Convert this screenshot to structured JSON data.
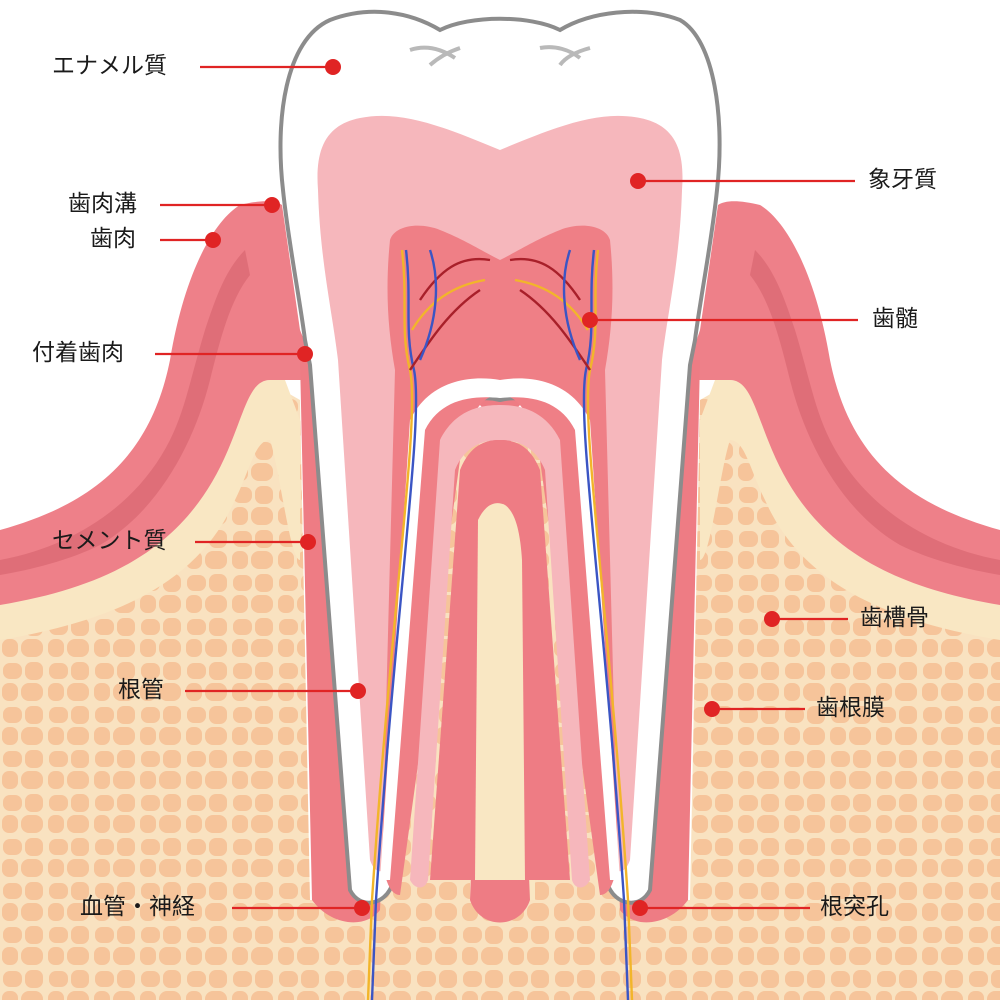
{
  "colors": {
    "enamel": "#ffffff",
    "enamel_outline": "#8c8c8c",
    "dentin": "#f6b7bc",
    "pulp": "#ef7f86",
    "gum": "#ee8089",
    "gum_dark": "#d45f69",
    "bone_cortex": "#f9e7c3",
    "bone_cell": "#f6c49a",
    "bone_line": "#f9e2c0",
    "ligament": "#ee7c84",
    "accent": "#e02424",
    "nerve_yellow": "#f2b52a",
    "nerve_blue": "#3b55c4",
    "nerve_red": "#a8202a"
  },
  "labels": {
    "enamel": "エナメル質",
    "gingival_sulcus": "歯肉溝",
    "gingiva": "歯肉",
    "attached_gingiva": "付着歯肉",
    "cementum": "セメント質",
    "root_canal": "根管",
    "vessels_nerves": "血管・神経",
    "dentin": "象牙質",
    "pulp": "歯髄",
    "alveolar_bone": "歯槽骨",
    "periodontal_ligament": "歯根膜",
    "apical_foramen": "根突孔"
  }
}
